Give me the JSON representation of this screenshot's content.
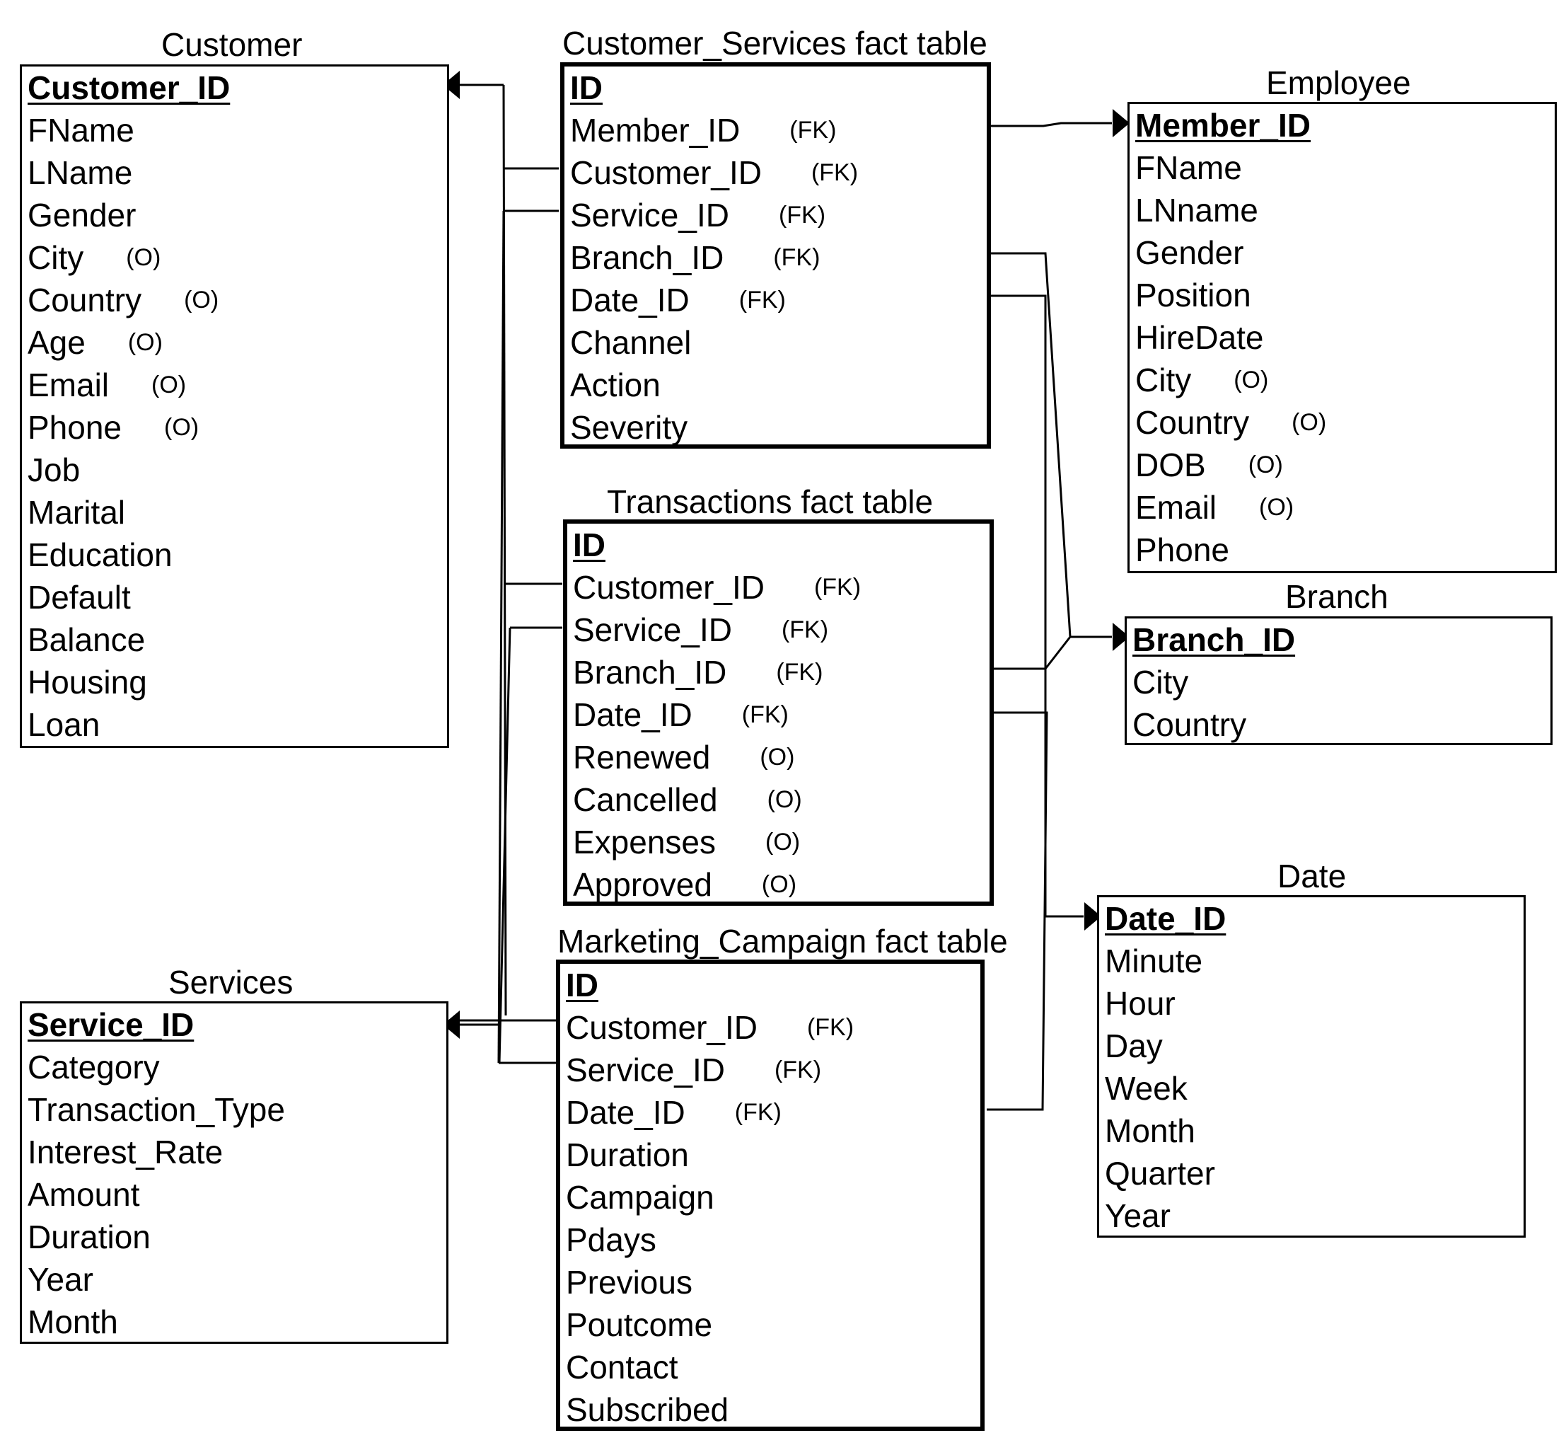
{
  "entities": {
    "customer": {
      "title": "Customer",
      "fields": [
        {
          "name": "Customer_ID",
          "pk": true,
          "tag": ""
        },
        {
          "name": "FName",
          "tag": ""
        },
        {
          "name": "LName",
          "tag": ""
        },
        {
          "name": "Gender",
          "tag": ""
        },
        {
          "name": "City",
          "tag": "(O)"
        },
        {
          "name": "Country",
          "tag": "(O)"
        },
        {
          "name": "Age",
          "tag": "(O)"
        },
        {
          "name": "Email",
          "tag": "(O)"
        },
        {
          "name": "Phone",
          "tag": "(O)"
        },
        {
          "name": "Job",
          "tag": ""
        },
        {
          "name": "Marital",
          "tag": ""
        },
        {
          "name": "Education",
          "tag": ""
        },
        {
          "name": "Default",
          "tag": ""
        },
        {
          "name": "Balance",
          "tag": ""
        },
        {
          "name": "Housing",
          "tag": ""
        },
        {
          "name": "Loan",
          "tag": ""
        }
      ]
    },
    "customer_services": {
      "title": "Customer_Services fact table",
      "fields": [
        {
          "name": "ID",
          "pk": true,
          "tag": ""
        },
        {
          "name": "Member_ID",
          "tag": "(FK)"
        },
        {
          "name": "Customer_ID",
          "tag": "(FK)"
        },
        {
          "name": "Service_ID",
          "tag": "(FK)"
        },
        {
          "name": "Branch_ID",
          "tag": "(FK)"
        },
        {
          "name": "Date_ID",
          "tag": "(FK)"
        },
        {
          "name": "Channel",
          "tag": ""
        },
        {
          "name": "Action",
          "tag": ""
        },
        {
          "name": "Severity",
          "tag": ""
        }
      ]
    },
    "employee": {
      "title": "Employee",
      "fields": [
        {
          "name": "Member_ID",
          "pk": true,
          "tag": ""
        },
        {
          "name": "FName",
          "tag": ""
        },
        {
          "name": "LNname",
          "tag": ""
        },
        {
          "name": "Gender",
          "tag": ""
        },
        {
          "name": "Position",
          "tag": ""
        },
        {
          "name": "HireDate",
          "tag": ""
        },
        {
          "name": "City",
          "tag": "(O)"
        },
        {
          "name": "Country",
          "tag": "(O)"
        },
        {
          "name": "DOB",
          "tag": "(O)"
        },
        {
          "name": "Email",
          "tag": "(O)"
        },
        {
          "name": "Phone",
          "tag": ""
        }
      ]
    },
    "transactions": {
      "title": "Transactions fact table",
      "fields": [
        {
          "name": "ID",
          "pk": true,
          "tag": ""
        },
        {
          "name": "Customer_ID",
          "tag": "(FK)"
        },
        {
          "name": "Service_ID",
          "tag": "(FK)"
        },
        {
          "name": "Branch_ID",
          "tag": "(FK)"
        },
        {
          "name": "Date_ID",
          "tag": "(FK)"
        },
        {
          "name": "Renewed",
          "tag": "(O)"
        },
        {
          "name": "Cancelled",
          "tag": "(O)"
        },
        {
          "name": "Expenses",
          "tag": "(O)"
        },
        {
          "name": "Approved",
          "tag": "(O)"
        }
      ]
    },
    "branch": {
      "title": "Branch",
      "fields": [
        {
          "name": "Branch_ID",
          "pk": true,
          "tag": ""
        },
        {
          "name": "City",
          "tag": ""
        },
        {
          "name": "Country",
          "tag": ""
        }
      ]
    },
    "date": {
      "title": "Date",
      "fields": [
        {
          "name": "Date_ID",
          "pk": true,
          "tag": ""
        },
        {
          "name": "Minute",
          "tag": ""
        },
        {
          "name": "Hour",
          "tag": ""
        },
        {
          "name": "Day",
          "tag": ""
        },
        {
          "name": "Week",
          "tag": ""
        },
        {
          "name": "Month",
          "tag": ""
        },
        {
          "name": "Quarter",
          "tag": ""
        },
        {
          "name": "Year",
          "tag": ""
        }
      ]
    },
    "marketing_campaign": {
      "title": "Marketing_Campaign fact table",
      "fields": [
        {
          "name": "ID",
          "pk": true,
          "tag": ""
        },
        {
          "name": "Customer_ID",
          "tag": "(FK)"
        },
        {
          "name": "Service_ID",
          "tag": "(FK)"
        },
        {
          "name": "Date_ID",
          "tag": "(FK)"
        },
        {
          "name": "Duration",
          "tag": ""
        },
        {
          "name": "Campaign",
          "tag": ""
        },
        {
          "name": "Pdays",
          "tag": ""
        },
        {
          "name": "Previous",
          "tag": ""
        },
        {
          "name": "Poutcome",
          "tag": ""
        },
        {
          "name": "Contact",
          "tag": ""
        },
        {
          "name": "Subscribed",
          "tag": ""
        }
      ]
    },
    "services": {
      "title": "Services",
      "fields": [
        {
          "name": "Service_ID",
          "pk": true,
          "tag": ""
        },
        {
          "name": "Category",
          "tag": ""
        },
        {
          "name": "Transaction_Type",
          "tag": ""
        },
        {
          "name": "Interest_Rate",
          "tag": ""
        },
        {
          "name": "Amount",
          "tag": ""
        },
        {
          "name": "Duration",
          "tag": ""
        },
        {
          "name": "Year",
          "tag": ""
        },
        {
          "name": "Month",
          "tag": ""
        }
      ]
    }
  },
  "relationships": [
    {
      "from": "customer_services.Member_ID",
      "to": "employee.Member_ID"
    },
    {
      "from": "customer_services.Customer_ID",
      "to": "customer.Customer_ID"
    },
    {
      "from": "customer_services.Service_ID",
      "to": "services.Service_ID"
    },
    {
      "from": "customer_services.Branch_ID",
      "to": "branch.Branch_ID"
    },
    {
      "from": "customer_services.Date_ID",
      "to": "date.Date_ID"
    },
    {
      "from": "transactions.Customer_ID",
      "to": "customer.Customer_ID"
    },
    {
      "from": "transactions.Service_ID",
      "to": "services.Service_ID"
    },
    {
      "from": "transactions.Branch_ID",
      "to": "branch.Branch_ID"
    },
    {
      "from": "transactions.Date_ID",
      "to": "date.Date_ID"
    },
    {
      "from": "marketing_campaign.Customer_ID",
      "to": "customer.Customer_ID"
    },
    {
      "from": "marketing_campaign.Service_ID",
      "to": "services.Service_ID"
    },
    {
      "from": "marketing_campaign.Date_ID",
      "to": "date.Date_ID"
    }
  ]
}
